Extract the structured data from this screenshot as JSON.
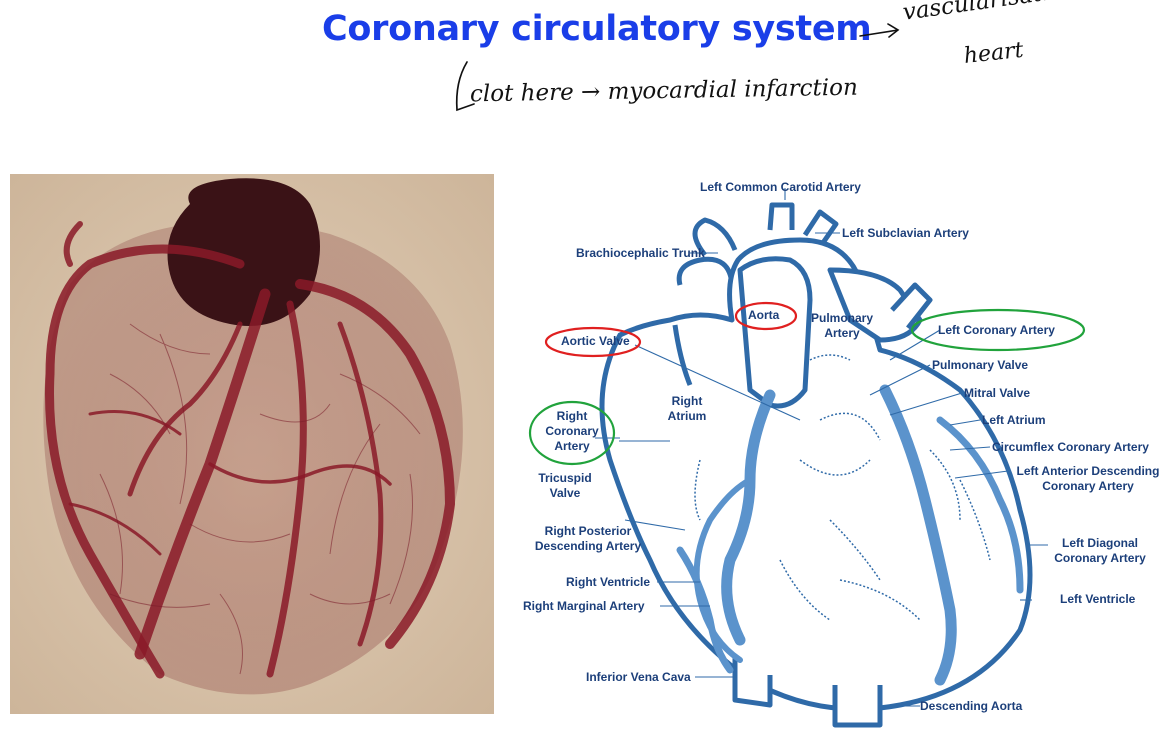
{
  "title": "Coronary circulatory system",
  "handwritten_notes": {
    "note1": "vascularisation &",
    "note2": "heart",
    "note3": "clot here → myocardial infarction"
  },
  "colors": {
    "title": "#1a3ee8",
    "diagram_blue": "#2f6aa8",
    "vessel_fill": "#5b93cc",
    "label_text": "#1c3f7a",
    "red_circle": "#e02020",
    "green_circle": "#21a33c",
    "cast_red": "#7a1424"
  },
  "labels": {
    "left_common_carotid": "Left Common Carotid Artery",
    "left_subclavian": "Left Subclavian Artery",
    "brachiocephalic": "Brachiocephalic Trunk",
    "aorta": "Aorta",
    "pulmonary_artery_1": "Pulmonary",
    "pulmonary_artery_2": "Artery",
    "left_coronary": "Left Coronary Artery",
    "aortic_valve": "Aortic Valve",
    "pulmonary_valve": "Pulmonary Valve",
    "mitral_valve": "Mitral Valve",
    "left_atrium": "Left Atrium",
    "right_atrium_1": "Right",
    "right_atrium_2": "Atrium",
    "right_coronary_1": "Right",
    "right_coronary_2": "Coronary",
    "right_coronary_3": "Artery",
    "circumflex": "Circumflex Coronary Artery",
    "lad_1": "Left Anterior Descending",
    "lad_2": "Coronary Artery",
    "tricuspid_1": "Tricuspid",
    "tricuspid_2": "Valve",
    "right_posterior_1": "Right Posterior",
    "right_posterior_2": "Descending Artery",
    "left_diagonal_1": "Left Diagonal",
    "left_diagonal_2": "Coronary Artery",
    "right_ventricle": "Right Ventricle",
    "right_marginal": "Right Marginal Artery",
    "left_ventricle": "Left Ventricle",
    "inferior_vena_cava": "Inferior Vena Cava",
    "descending_aorta": "Descending Aorta"
  }
}
